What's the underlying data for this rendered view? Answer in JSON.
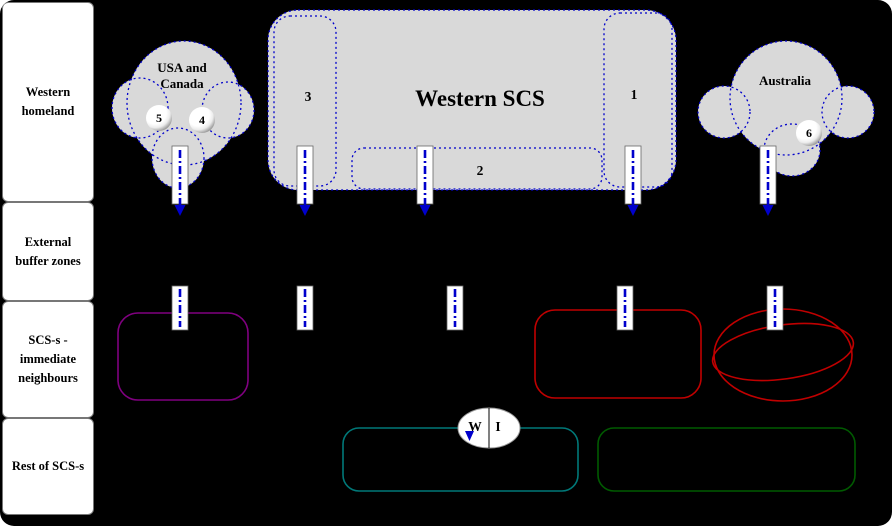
{
  "diagram": {
    "sidebar_rows": [
      {
        "label": "Western homeland"
      },
      {
        "label": "External buffer zones"
      },
      {
        "label": "SCS-s - immediate neighbours"
      },
      {
        "label": "Rest of SCS-s"
      }
    ],
    "homeland": {
      "usa_canada_label": "USA and Canada",
      "western_scs_title": "Western SCS",
      "australia_label": "Australia",
      "zone_1_label": "1",
      "zone_2_label": "2",
      "zone_3_label": "3",
      "node_4_label": "4",
      "node_5_label": "5",
      "node_6_label": "6"
    },
    "rest_of_scs": {
      "w_label": "W",
      "i_label": "I"
    },
    "colors": {
      "background": "#000000",
      "region_fill": "#d9d9d9",
      "border_blue": "#0000cc",
      "arrow_blue": "#0000cc",
      "neighbour_purple": "#800080",
      "neighbour_red": "#c00000",
      "rest_teal": "#007878",
      "rest_green": "#005a00"
    }
  }
}
